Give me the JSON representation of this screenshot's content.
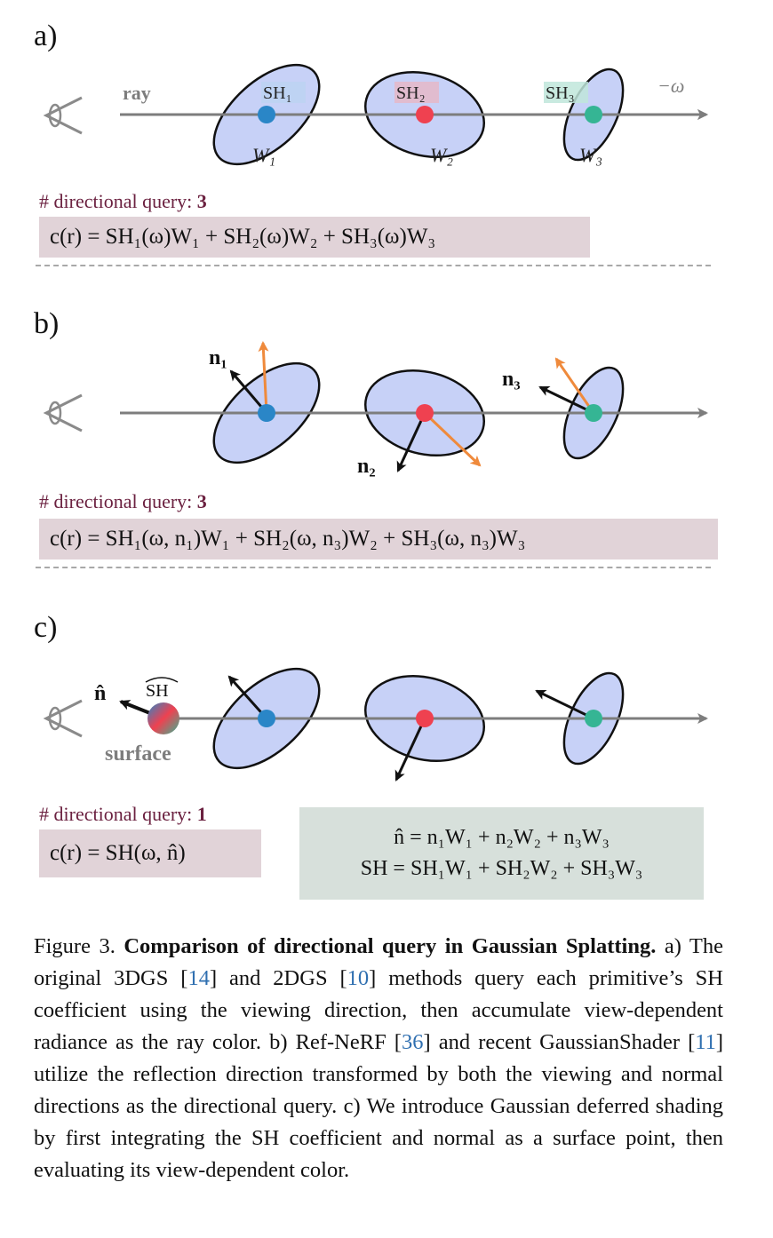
{
  "panels": {
    "a": {
      "label": "a)",
      "ray_label": "ray",
      "direction_label": "−ω",
      "sh_labels": [
        "SH₁",
        "SH₂",
        "SH₃"
      ],
      "weight_labels": [
        "W₁",
        "W₂",
        "W₃"
      ],
      "query_prefix": "# directional query:",
      "query_count": "3",
      "equation": "c(r) = SH₁(ω)W₁ + SH₂(ω)W₂ + SH₃(ω)W₃"
    },
    "b": {
      "label": "b)",
      "normal_labels": [
        "n₁",
        "n₂",
        "n₃"
      ],
      "query_prefix": "# directional query:",
      "query_count": "3",
      "equation": "c(r) = SH₁(ω, n₁)W₁ + SH₂(ω, n₃)W₂ + SH₃(ω, n₃)W₃"
    },
    "c": {
      "label": "c)",
      "normal_hat_label": "n̂",
      "sh_hat_label": "SH",
      "surface_label": "surface",
      "query_prefix": "# directional query:",
      "query_count": "1",
      "equation": "c(r) = SH(ω, n̂)",
      "side_eq_1": "n̂ = n₁W₁ + n₂W₂ + n₃W₃",
      "side_eq_2": "SH = SH₁W₁ + SH₂W₂ + SH₃W₃"
    }
  },
  "colors": {
    "ellipse_fill": "#c7d1f7",
    "dot_blue": "#2a86c7",
    "dot_red": "#ef4150",
    "dot_teal": "#35b594",
    "arrow_orange": "#ef8a3c",
    "ray_gray": "#7d7d7d",
    "query_text": "#6b2140",
    "eq_pink_bg": "#e1d3d8",
    "eq_green_bg": "#d7e0db",
    "cite_blue": "#2f6fb0"
  },
  "caption": {
    "figure_label": "Figure 3.",
    "title": "Comparison of directional query in Gaussian Splatting.",
    "text_1": "a) The original 3DGS [",
    "ref_1": "14",
    "text_2": "] and 2DGS [",
    "ref_2": "10",
    "text_3": "] methods query each primitive’s SH coefficient using the viewing direction, then accumulate view-dependent radiance as the ray color.  b) Ref-NeRF [",
    "ref_3": "36",
    "text_4": "] and recent GaussianShader [",
    "ref_4": "11",
    "text_5": "] utilize the reflection direction transformed by both the viewing and normal directions as the directional query. c) We introduce Gaussian deferred shading by first integrating the SH coefficient and normal as a surface point, then evaluating its view-dependent color."
  }
}
